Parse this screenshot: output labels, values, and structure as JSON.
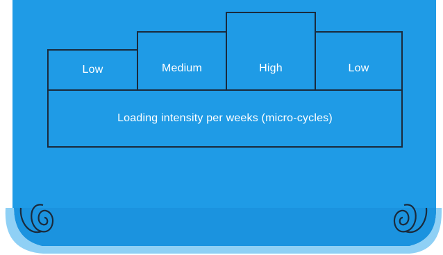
{
  "colors": {
    "scroll_fill": "#1f9be6",
    "scroll_light": "#7fc9f3",
    "outline": "#1a2a3c",
    "text": "#ffffff"
  },
  "weeks": [
    {
      "label": "Low",
      "level": 1
    },
    {
      "label": "Medium",
      "level": 2
    },
    {
      "label": "High",
      "level": 3
    },
    {
      "label": "Low",
      "level": 2
    }
  ],
  "base_label": "Loading intensity per weeks (micro-cycles)"
}
